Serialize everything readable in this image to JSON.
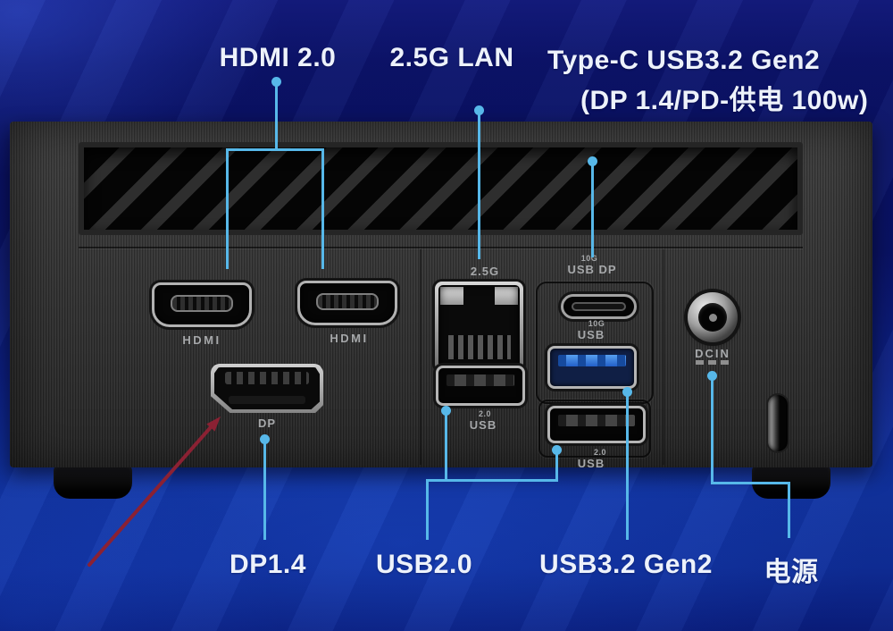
{
  "top_labels": {
    "hdmi": "HDMI 2.0",
    "lan": "2.5G LAN",
    "typec_line1": "Type-C USB3.2 Gen2",
    "typec_line2": "(DP 1.4/PD-供电 100w)"
  },
  "bottom_labels": {
    "dp": "DP1.4",
    "usb2": "USB2.0",
    "usb32": "USB3.2 Gen2",
    "power": "电源"
  },
  "device_labels": {
    "hdmi1": "HDMI",
    "hdmi2": "HDMI",
    "dp": "DP",
    "lan": "2.5G",
    "typec_tier": "10G",
    "typec": "USB DP",
    "usb10g_tier": "10G",
    "usb10g": "USB",
    "usb2_front_tier": "2.0",
    "usb2_front": "USB",
    "usb2_lower_tier": "2.0",
    "usb2_lower": "USB",
    "dcin": "DCIN"
  },
  "colors": {
    "callout": "#57b8e9",
    "arrow": "#8b2133",
    "usb3_port_blue": "#2360c8",
    "label_text": "#edf2fb",
    "port_label_text": "#a6a8aa",
    "background_blue": "#0d2082",
    "case_gray": "#313131"
  }
}
